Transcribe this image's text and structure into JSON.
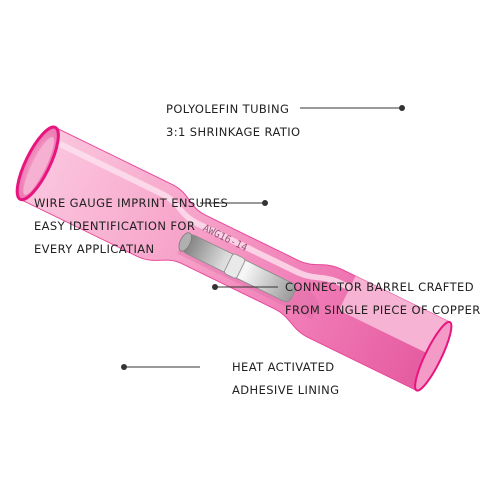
{
  "colors": {
    "tube_base": "#f47fb8",
    "tube_light": "#fbc0dc",
    "tube_dark": "#e24c98",
    "tube_rim": "#e8147f",
    "metal_light": "#f2f2f2",
    "metal_dark": "#8c8c8c",
    "leader": "#333333"
  },
  "callouts": {
    "tubing": {
      "line1": "POLYOLEFIN TUBING",
      "line2": "3:1 SHRINKAGE RATIO"
    },
    "imprint": {
      "line1": "WIRE GAUGE IMPRINT ENSURES",
      "line2": "EASY IDENTIFICATION FOR",
      "line3": "EVERY APPLICATIAN"
    },
    "barrel": {
      "line1": "CONNECTOR BARREL CRAFTED",
      "line2": "FROM SINGLE PIECE OF COPPER"
    },
    "adhesive": {
      "line1": "HEAT ACTIVATED",
      "line2": "ADHESIVE LINING"
    }
  },
  "imprint_text": "AWG16-14"
}
